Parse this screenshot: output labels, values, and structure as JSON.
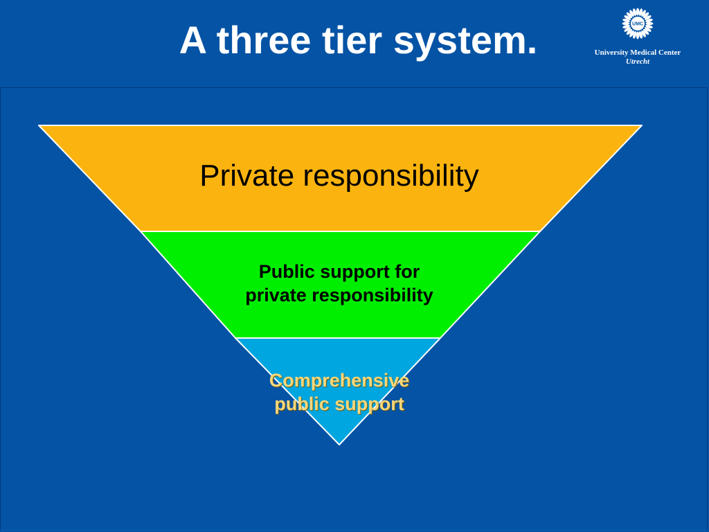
{
  "slide": {
    "title": "A three tier system."
  },
  "logo": {
    "monogram": "UMC",
    "organization": "University Medical Center",
    "city": "Utrecht"
  },
  "tiers": [
    {
      "lines": [
        "Private responsibility"
      ],
      "color": "#fbb40f"
    },
    {
      "lines": [
        "Public support for",
        "private responsibility"
      ],
      "color": "#00ef00"
    },
    {
      "lines": [
        "Comprehensive",
        "public support"
      ],
      "color": "#00a6e0"
    }
  ],
  "colors": {
    "background": "#0553a5",
    "title": "#ffffff",
    "tier3_text": "#f7d77a"
  }
}
